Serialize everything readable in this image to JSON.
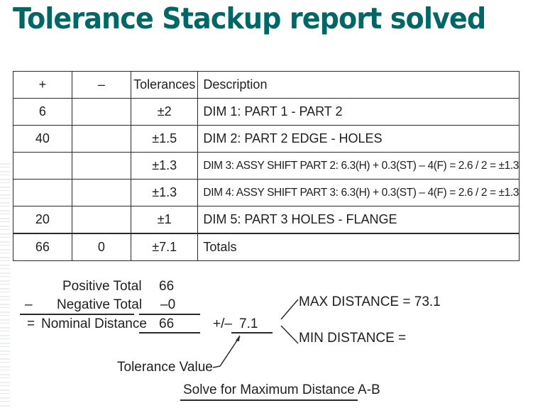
{
  "title": "Tolerance Stackup report solved",
  "table": {
    "headers": [
      "+",
      "–",
      "Tolerances",
      "Description"
    ],
    "rows": [
      {
        "plus": "6",
        "minus": "",
        "tolerance": "±2",
        "description": "DIM 1: PART 1 - PART 2"
      },
      {
        "plus": "40",
        "minus": "",
        "tolerance": "±1.5",
        "description": "DIM 2: PART 2 EDGE - HOLES"
      },
      {
        "plus": "",
        "minus": "",
        "tolerance": "±1.3",
        "description": "DIM 3: ASSY SHIFT PART 2: 6.3(H) + 0.3(ST) – 4(F) = 2.6 / 2 = ±1.3"
      },
      {
        "plus": "",
        "minus": "",
        "tolerance": "±1.3",
        "description": "DIM 4: ASSY SHIFT PART 3: 6.3(H) + 0.3(ST) – 4(F) = 2.6 / 2 = ±1.3"
      },
      {
        "plus": "20",
        "minus": "",
        "tolerance": "±1",
        "description": "DIM 5: PART 3 HOLES - FLANGE"
      }
    ],
    "totals": {
      "plus": "66",
      "minus": "0",
      "tolerance": "±7.1",
      "description": "Totals"
    }
  },
  "calculation": {
    "positive_label": "Positive Total",
    "positive_value": "66",
    "minus_sign": "–",
    "negative_label": "Negative Total",
    "negative_value": "–0",
    "equals_sign": "=",
    "nominal_label": "Nominal Distance",
    "nominal_value": "66",
    "plus_minus": "+/–",
    "tolerance_value": "7.1",
    "max_distance": "MAX DISTANCE = 73.1",
    "min_distance": "MIN DISTANCE =",
    "tolerance_value_label": "Tolerance Value",
    "solve_caption": "Solve for Maximum Distance A-B"
  }
}
